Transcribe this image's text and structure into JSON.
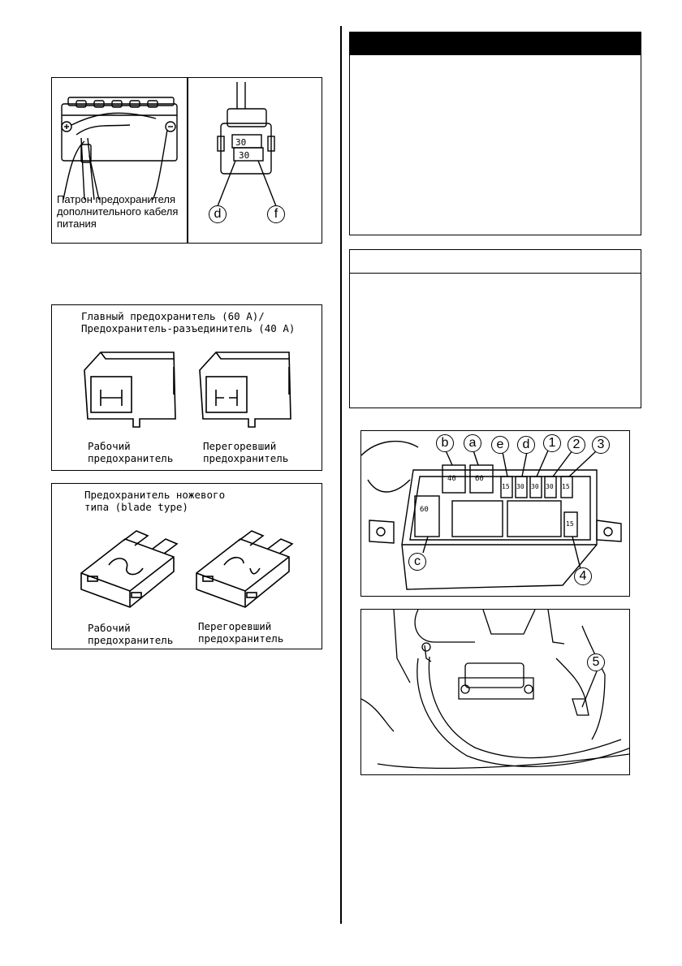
{
  "battery_figure": {
    "caption_lines": [
      "Патрон предохранителя",
      "дополнительного кабеля",
      "питания"
    ],
    "fuse_labels": [
      "30",
      "30"
    ],
    "markers": [
      "d",
      "f"
    ]
  },
  "main_fuse_figure": {
    "title_lines": [
      "Главный предохранитель (60 A)/",
      "Предохранитель-разъединитель (40 A)"
    ],
    "good_label_lines": [
      "Рабочий",
      "предохранитель"
    ],
    "blown_label_lines": [
      "Перегоревший",
      "предохранитель"
    ]
  },
  "blade_fuse_figure": {
    "title_lines": [
      "Предохранитель ножевого",
      "типа (blade type)"
    ],
    "good_label_lines": [
      "Рабочий",
      "предохранитель"
    ],
    "blown_label_lines": [
      "Перегоревший",
      "предохранитель"
    ]
  },
  "fuse_box_figure": {
    "markers_top": [
      "b",
      "a",
      "e",
      "d",
      "1",
      "2",
      "3"
    ],
    "marker_left": "c",
    "marker_right": "4",
    "fuse_values": {
      "b": "40",
      "a": "60",
      "e": "15",
      "d": "30",
      "f1": "30",
      "f2": "30",
      "f3": "15",
      "c": "60",
      "f4": "15"
    }
  },
  "fuse_location_figure": {
    "marker": "5"
  },
  "colors": {
    "ink": "#000000",
    "paper": "#ffffff"
  }
}
